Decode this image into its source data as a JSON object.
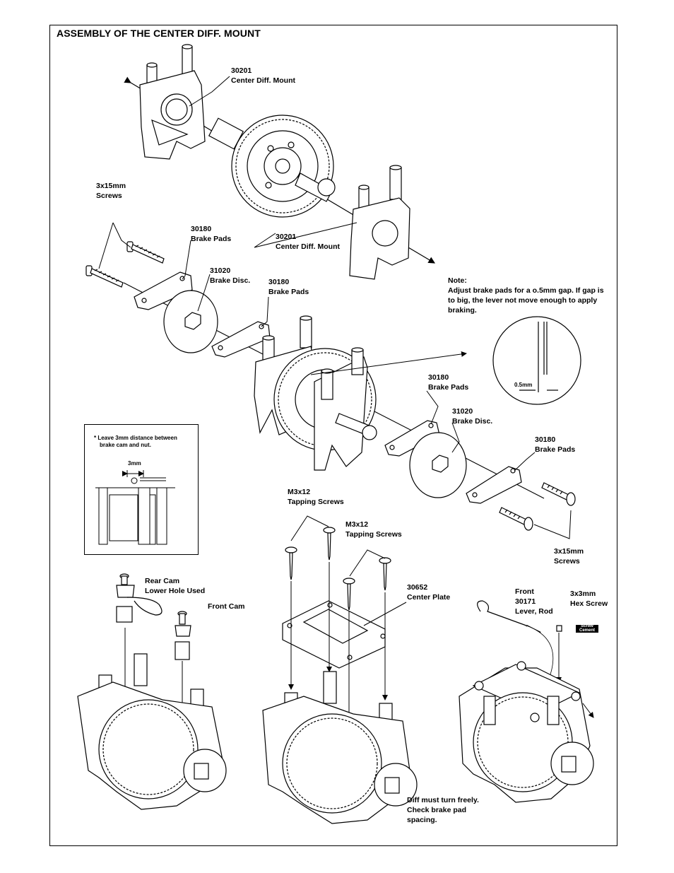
{
  "title": "ASSEMBLY OF THE CENTER DIFF. MOUNT",
  "labels": {
    "mount_top": [
      "30201",
      "Center Diff. Mount"
    ],
    "screws_left": [
      "3x15mm",
      "Screws"
    ],
    "brake_pads_1": [
      "30180",
      "Brake Pads"
    ],
    "mount_mid": [
      "30201",
      "Center Diff. Mount"
    ],
    "brake_disc_1": [
      "31020",
      "Brake Disc."
    ],
    "brake_pads_2": [
      "30180",
      "Brake Pads"
    ],
    "brake_pads_3": [
      "30180",
      "Brake Pads"
    ],
    "brake_disc_2": [
      "31020",
      "Brake Disc."
    ],
    "brake_pads_4": [
      "30180",
      "Brake Pads"
    ],
    "tapping_screws_1": [
      "M3x12",
      "Tapping Screws"
    ],
    "tapping_screws_2": [
      "M3x12",
      "Tapping Screws"
    ],
    "screws_right": [
      "3x15mm",
      "Screws"
    ],
    "rear_cam": [
      "Rear Cam",
      "Lower Hole Used"
    ],
    "front_cam": [
      "Front Cam"
    ],
    "center_plate": [
      "30652",
      "Center Plate"
    ],
    "lever_rod": [
      "Front",
      "30171",
      "Lever, Rod"
    ],
    "hex_screw": [
      "3x3mm",
      "Hex Screw"
    ],
    "diff_turn": [
      "Diff must turn freely.",
      "Check brake pad",
      "spacing."
    ]
  },
  "note": {
    "heading": "Note:",
    "text": "Adjust brake pads for a o.5mm gap.  If gap is to big, the lever not move enough to apply braking."
  },
  "gap_detail": "0.5mm",
  "inset": {
    "note_line1": "* Leave 3mm distance between",
    "note_line2": "brake cam and nut.",
    "dim": "3mm"
  },
  "cement_label": [
    "Screw",
    "Cement"
  ]
}
